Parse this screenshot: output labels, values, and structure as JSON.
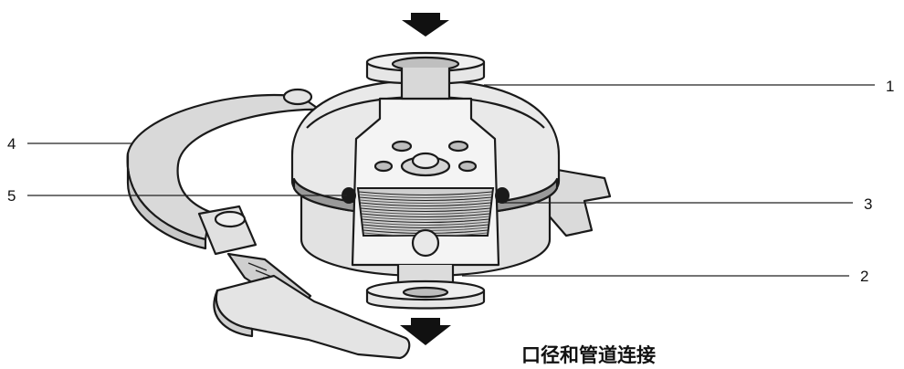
{
  "caption": "口径和管道连接",
  "callouts": [
    {
      "id": "1",
      "label": "1"
    },
    {
      "id": "2",
      "label": "2"
    },
    {
      "id": "3",
      "label": "3"
    },
    {
      "id": "4",
      "label": "4"
    },
    {
      "id": "5",
      "label": "5"
    }
  ],
  "flow_arrows": [
    "in-top",
    "out-bottom"
  ],
  "colors": {
    "line": "#1a1a1a",
    "body": "#e6e6e6",
    "shade": "#bdbdbd",
    "dark": "#6a6a6a",
    "arrow": "#111111"
  }
}
